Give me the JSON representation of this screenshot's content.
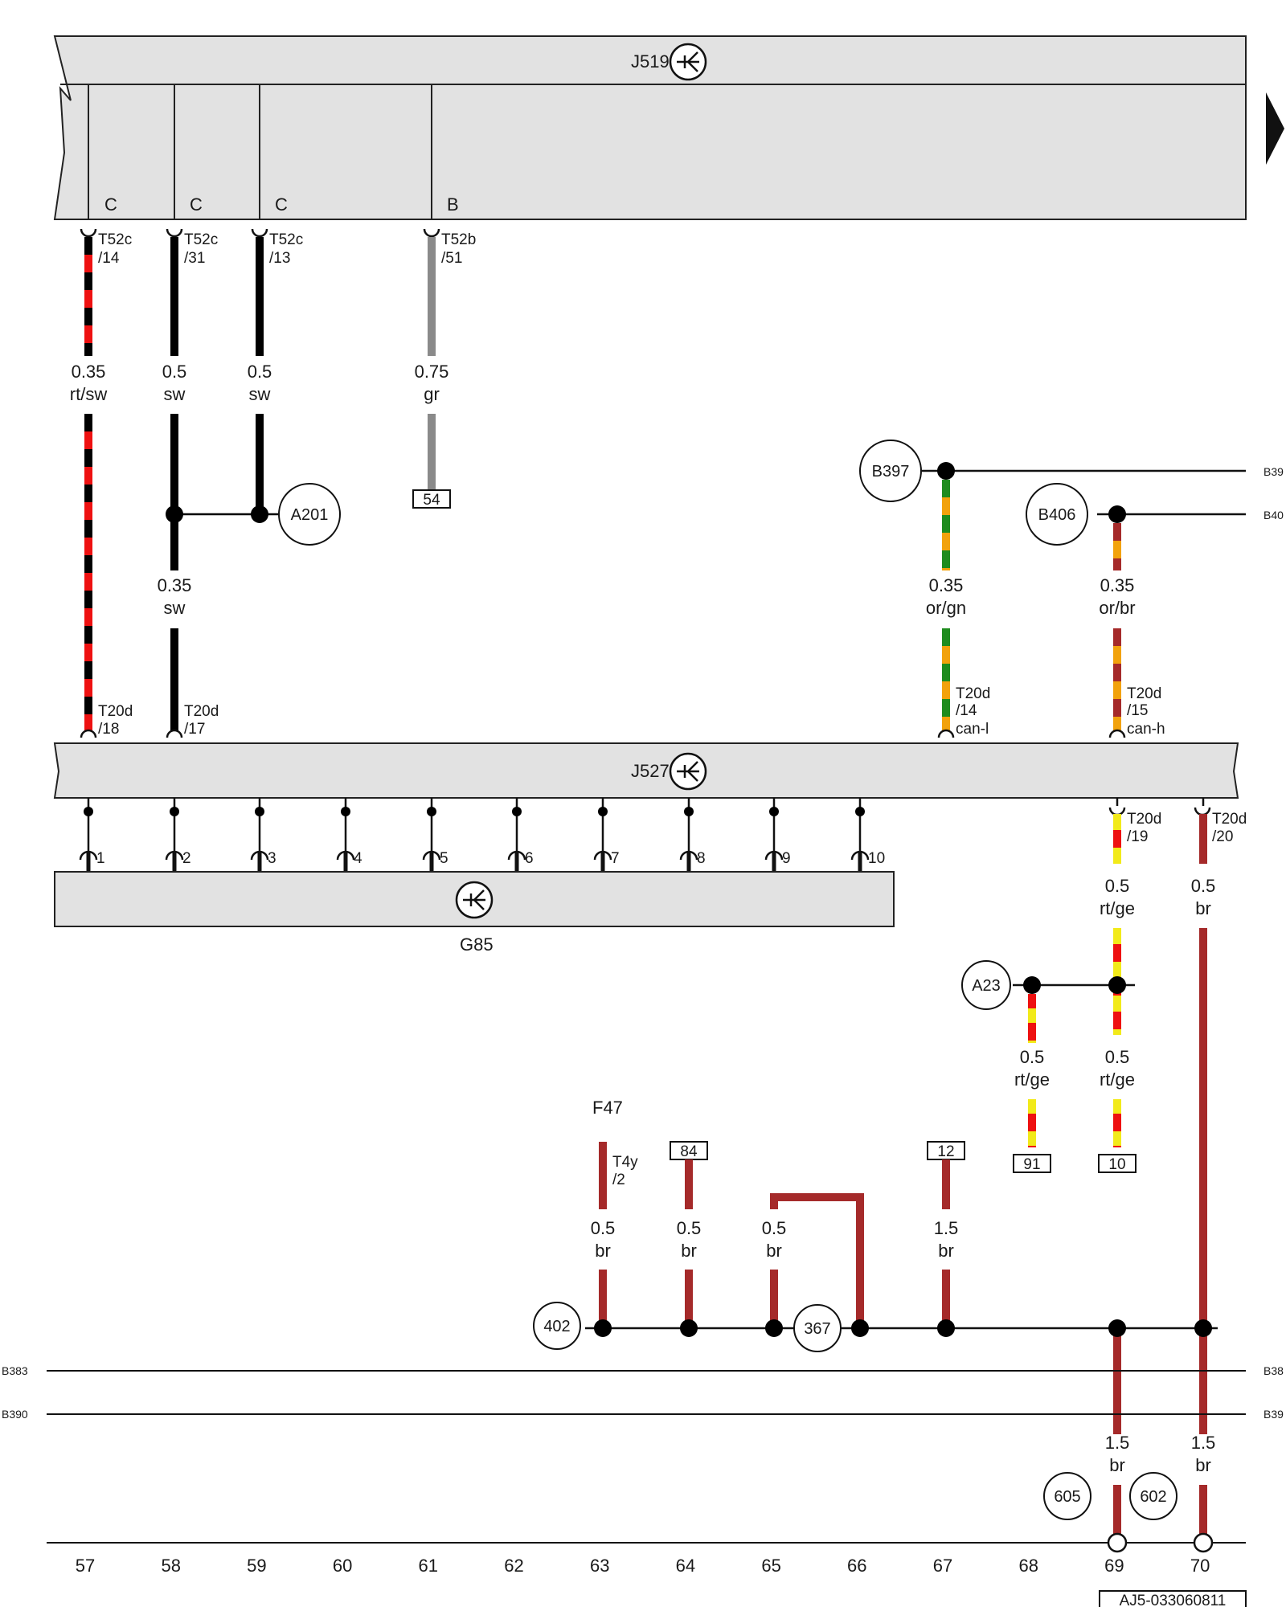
{
  "components": {
    "j519": "J519",
    "j527": "J527",
    "g85": "G85",
    "f47": "F47"
  },
  "j519_pins": {
    "c1": "C",
    "c2": "C",
    "c3": "C",
    "b": "B",
    "t1a": "T52c",
    "t1b": "/14",
    "t2a": "T52c",
    "t2b": "/31",
    "t3a": "T52c",
    "t3b": "/13",
    "t4a": "T52b",
    "t4b": "/51"
  },
  "wires": {
    "w57_size": "0.35",
    "w57_color": "rt/sw",
    "w58_size": "0.5",
    "w58_color": "sw",
    "w59_size": "0.5",
    "w59_color": "sw",
    "w61_size": "0.75",
    "w61_color": "gr",
    "w58b_size": "0.35",
    "w58b_color": "sw",
    "w67_size": "0.35",
    "w67_color": "or/gn",
    "w69_size": "0.35",
    "w69_color": "or/br",
    "w69b_size": "0.5",
    "w69b_color": "rt/ge",
    "w70_size": "0.5",
    "w70_color": "br",
    "w68c_size": "0.5",
    "w68c_color": "rt/ge",
    "w69c_size": "0.5",
    "w69c_color": "rt/ge",
    "w63_size": "0.5",
    "w63_color": "br",
    "w64_size": "0.5",
    "w64_color": "br",
    "w65_size": "0.5",
    "w65_color": "br",
    "w67b_size": "1.5",
    "w67b_color": "br",
    "w69d_size": "1.5",
    "w69d_color": "br",
    "w70d_size": "1.5",
    "w70d_color": "br"
  },
  "j527_top_pins": {
    "p18a": "T20d",
    "p18b": "/18",
    "p17a": "T20d",
    "p17b": "/17",
    "p14a": "T20d",
    "p14b": "/14",
    "p14c": "can-l",
    "p15a": "T20d",
    "p15b": "/15",
    "p15c": "can-h"
  },
  "j527_bottom_pins": {
    "p19a": "T20d",
    "p19b": "/19",
    "p20a": "T20d",
    "p20b": "/20"
  },
  "g85_pins": [
    "1",
    "2",
    "3",
    "4",
    "5",
    "6",
    "7",
    "8",
    "9",
    "10"
  ],
  "f47_pin": {
    "a": "T4y",
    "b": "/2"
  },
  "connections": {
    "a201": "A201",
    "b397": "B397",
    "b406": "B406",
    "a23": "A23",
    "c402": "402",
    "c367": "367",
    "c605": "605",
    "c602": "602"
  },
  "boxes": {
    "b54": "54",
    "b84": "84",
    "b12": "12",
    "b91": "91",
    "b10": "10"
  },
  "side_labels": {
    "right_b397": "B39",
    "right_b406": "B40",
    "right_b383": "B38",
    "right_b390": "B39",
    "left_b383": "B383",
    "left_b390": "B390"
  },
  "columns": [
    "57",
    "58",
    "59",
    "60",
    "61",
    "62",
    "63",
    "64",
    "65",
    "66",
    "67",
    "68",
    "69",
    "70"
  ],
  "diagram_code": "AJ5-033060811",
  "colors": {
    "black": "#000000",
    "red": "#ee1111",
    "grey": "#8a8a8a",
    "green": "#1e8c1e",
    "orange": "#f2a20c",
    "brown": "#a52a2a",
    "yellow": "#f2ea1a",
    "component_fill": "#e2e2e2"
  }
}
